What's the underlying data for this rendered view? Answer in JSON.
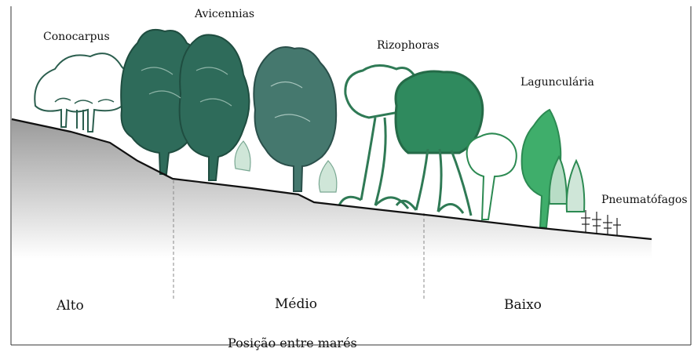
{
  "tree_labels": {
    "conocarpus": "Conocarpus",
    "avicennias": "Avicennias",
    "rizophoras": "Rizophoras",
    "laguncularia": "Lagunculária",
    "pneumatoforos": "Pneumatófagos"
  },
  "zones": {
    "alto": "Alto",
    "medio": "Médio",
    "baixo": "Baixo"
  },
  "axis_label": "Posição entre marés",
  "colors": {
    "ground_top": "#9a9a9a",
    "ground_bottom": "#ffffff",
    "conocarpus": "#ffffff",
    "avicennia": "#2e6b5a",
    "avicennia_light": "#45786e",
    "rizophora": "#2f8a5e",
    "rizophora_outline": "#ffffff",
    "laguncularia": "#3fae6b",
    "pale_tree": "#cfe6d8",
    "outline": "#2b5e4e",
    "divider": "#888888"
  }
}
